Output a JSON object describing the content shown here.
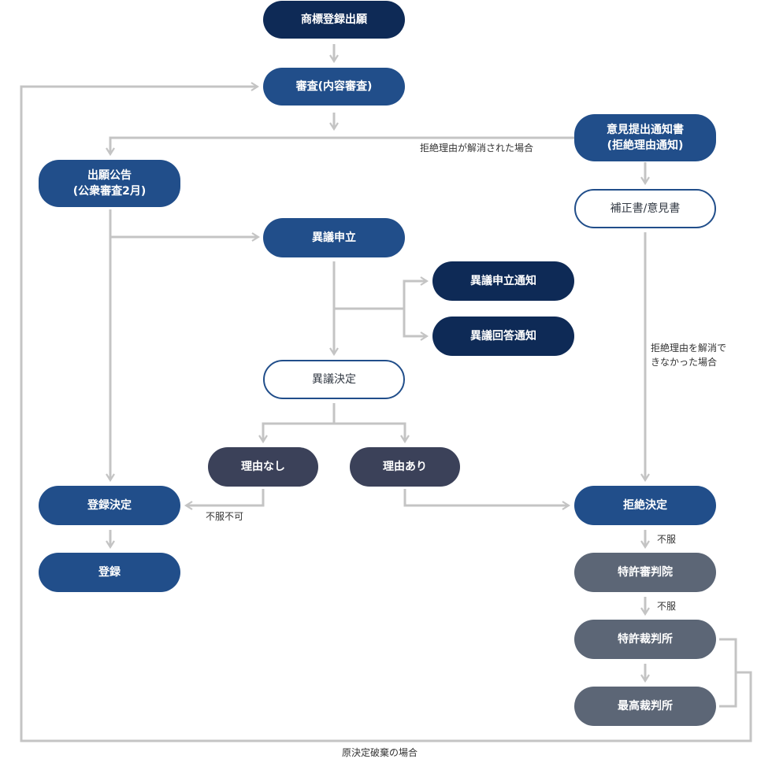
{
  "nodes": {
    "application": "商標登録出願",
    "examination": "審査(内容審査)",
    "opinion_notice_line1": "意見提出通知書",
    "opinion_notice_line2": "(拒絶理由通知)",
    "publication_line1": "出願公告",
    "publication_line2": "(公衆審査2月)",
    "amendment": "補正書/意見書",
    "opposition": "異議申立",
    "opposition_notice": "異議申立通知",
    "opposition_answer_notice": "異議回答通知",
    "opposition_decision": "異議決定",
    "no_reason": "理由なし",
    "has_reason": "理由あり",
    "registration_decision": "登録決定",
    "registration": "登録",
    "rejection_decision": "拒絶決定",
    "patent_tribunal": "特許審判院",
    "patent_court": "特許裁判所",
    "supreme_court": "最高裁判所"
  },
  "labels": {
    "reason_resolved": "拒絶理由が解消された場合",
    "reason_unresolved_line1": "拒絶理由を解消で",
    "reason_unresolved_line2": "きなかった場合",
    "no_appeal": "不服不可",
    "appeal_1": "不服",
    "appeal_2": "不服",
    "remand": "原決定破棄の場合"
  },
  "colors": {
    "navy": "#0e2a56",
    "blue": "#214e8a",
    "slate": "#3b4159",
    "gray": "#5c6676",
    "line": "#c4c4c4"
  }
}
